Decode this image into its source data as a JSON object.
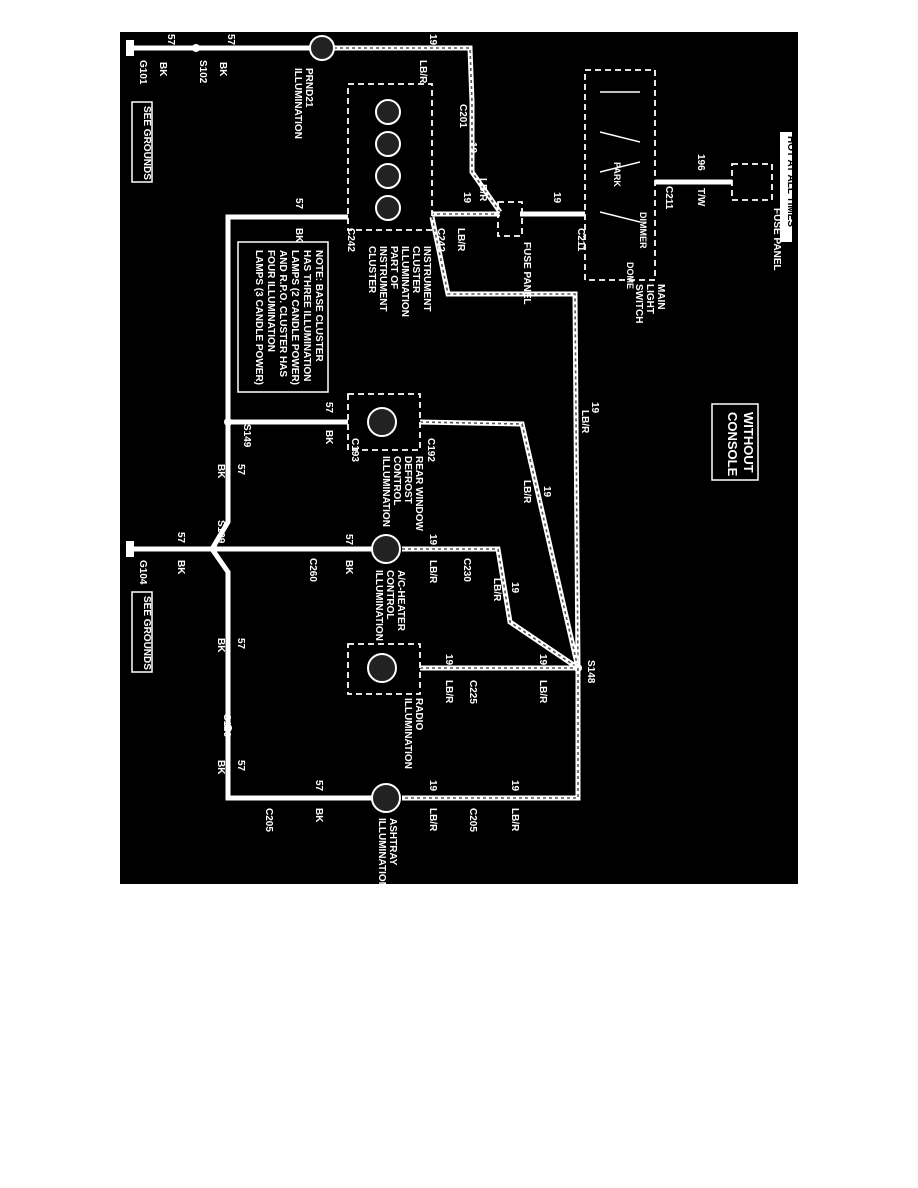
{
  "colors": {
    "background": "#000000",
    "line": "#ffffff",
    "page": "#ffffff"
  },
  "labels": {
    "hot": "HOT AT ALL TIMES",
    "fuse_panel": "FUSE PANEL",
    "fuse_panel2": "FUSE PANEL",
    "main_light_switch_1": "MAIN",
    "main_light_switch_2": "LIGHT",
    "main_light_switch_3": "SWITCH",
    "dimmer": "DIMMER",
    "dome": "DOME",
    "park": "PARK",
    "without_console_1": "WITHOUT",
    "without_console_2": "CONSOLE",
    "see_grounds_1": "SEE GROUNDS",
    "see_grounds_2": "SEE GROUNDS",
    "g101": "G101",
    "g104": "G104",
    "s102": "S102",
    "s109": "S109",
    "s149a": "S149",
    "s149b": "S149",
    "s148": "S148",
    "prnd21_1": "PRND21",
    "prnd21_2": "ILLUMINATION",
    "c201": "C201",
    "c211a": "C211",
    "c211b": "C211",
    "c242a": "C242",
    "c242b": "C242",
    "c193": "C193",
    "c192": "C192",
    "c230": "C230",
    "c260": "C260",
    "c225": "C225",
    "c205a": "C205",
    "c205b": "C205",
    "instrument_cluster": [
      "INSTRUMENT",
      "CLUSTER",
      "ILLUMINATION",
      "PART OF",
      "INSTRUMENT",
      "CLUSTER"
    ],
    "rear_window": [
      "REAR WINDOW",
      "DEFROST",
      "CONTROL",
      "ILLUMINATION"
    ],
    "ac_heater": [
      "A/C-HEATER",
      "CONTROL",
      "ILLUMINATION"
    ],
    "radio": [
      "RADIO",
      "ILLUMINATION"
    ],
    "ashtray": [
      "ASHTRAY",
      "ILLUMINATION"
    ],
    "note": [
      "NOTE: BASE CLUSTER",
      "HAS THREE ILLUMINATION",
      "LAMPS (2 CANDLE POWER)",
      "AND R.P.O. CLUSTER HAS",
      "FOUR ILLUMINATION",
      "LAMPS (3 CANDLE POWER)"
    ],
    "wire19": "19",
    "wire57": "57",
    "wire196": "196",
    "lbr": "LB/R",
    "bk": "BK",
    "tw": "T/W"
  }
}
